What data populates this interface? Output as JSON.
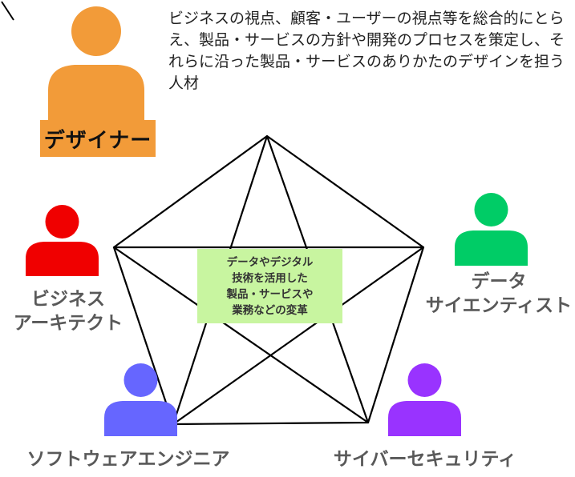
{
  "center": {
    "text": "データやデジタル\n技術を活用した\n製品・サービスや\n業務などの変革"
  },
  "designer": {
    "label": "デザイナー",
    "description": "ビジネスの視点、顧客・ユーザーの視点等を総合的にとらえ、製品・サービスの方針や開発のプロセスを策定し、それらに沿った製品・サービスのありかたのデザインを担う人材",
    "color": "#f29b39",
    "highlight_color": "#f29b39"
  },
  "roles": [
    {
      "id": "business-architect",
      "lines": [
        "ビジネス",
        "アーキテクト"
      ],
      "color": "#f00000"
    },
    {
      "id": "data-scientist",
      "lines": [
        "データ",
        "サイエンティスト"
      ],
      "color": "#00cc66"
    },
    {
      "id": "software-engineer",
      "lines": [
        "ソフトウェアエンジニア"
      ],
      "color": "#6666ff"
    },
    {
      "id": "cybersecurity",
      "lines": [
        "サイバーセキュリティ"
      ],
      "color": "#9933ff"
    }
  ],
  "colors": {
    "center_box": "#c8f5a0",
    "label_text": "#595959",
    "lines": "#000000"
  }
}
